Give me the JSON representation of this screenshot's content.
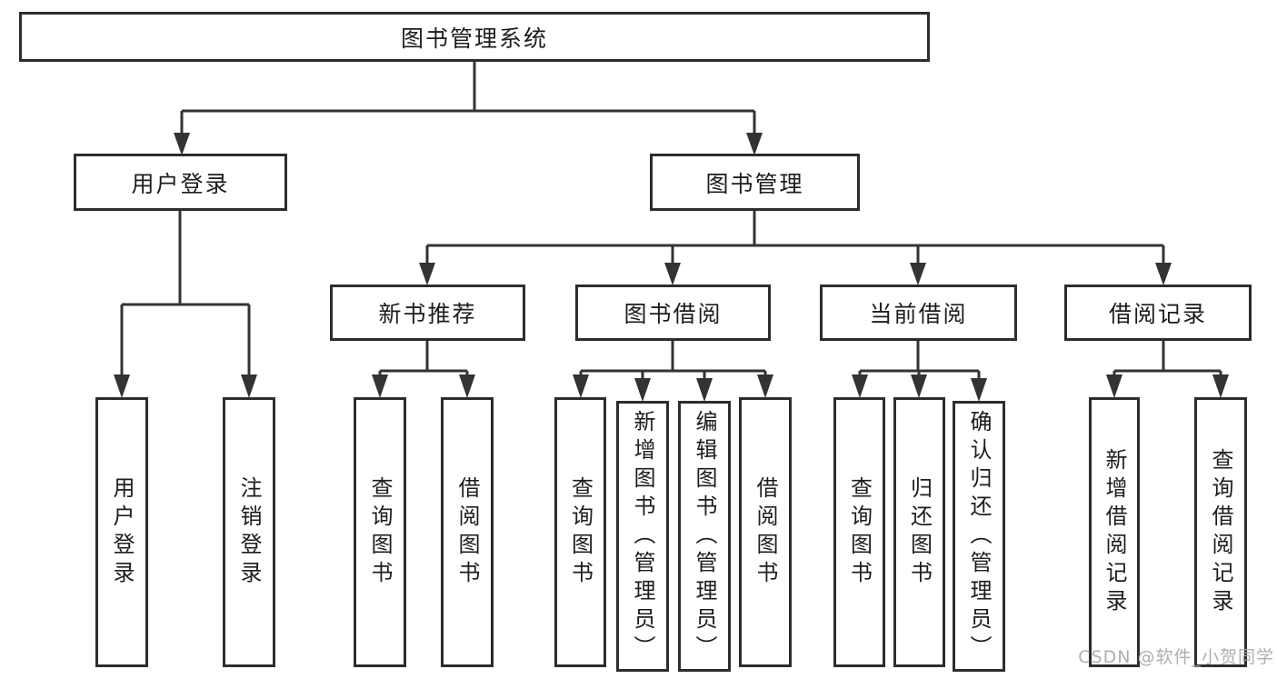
{
  "tree": {
    "label": "图书管理系统",
    "children": [
      {
        "label": "用户登录",
        "children": [
          {
            "label": "用户登录"
          },
          {
            "label": "注销登录"
          }
        ]
      },
      {
        "label": "图书管理",
        "children": [
          {
            "label": "新书推荐",
            "children": [
              {
                "label": "查询图书"
              },
              {
                "label": "借阅图书"
              }
            ]
          },
          {
            "label": "图书借阅",
            "children": [
              {
                "label": "查询图书"
              },
              {
                "label": "新增图书（管理员）"
              },
              {
                "label": "编辑图书（管理员）"
              },
              {
                "label": "借阅图书"
              }
            ]
          },
          {
            "label": "当前借阅",
            "children": [
              {
                "label": "查询图书"
              },
              {
                "label": "归还图书"
              },
              {
                "label": "确认归还（管理员）"
              }
            ]
          },
          {
            "label": "借阅记录",
            "children": [
              {
                "label": "新增借阅记录"
              },
              {
                "label": "查询借阅记录"
              }
            ]
          }
        ]
      }
    ]
  },
  "watermark": {
    "text": "CSDN @软件_小贺同学",
    "color": "#a8a8a8"
  },
  "colors": {
    "line": "#333333",
    "box_border": "#2d2d2d",
    "text": "#1d1d1d",
    "background": "#ffffff"
  }
}
